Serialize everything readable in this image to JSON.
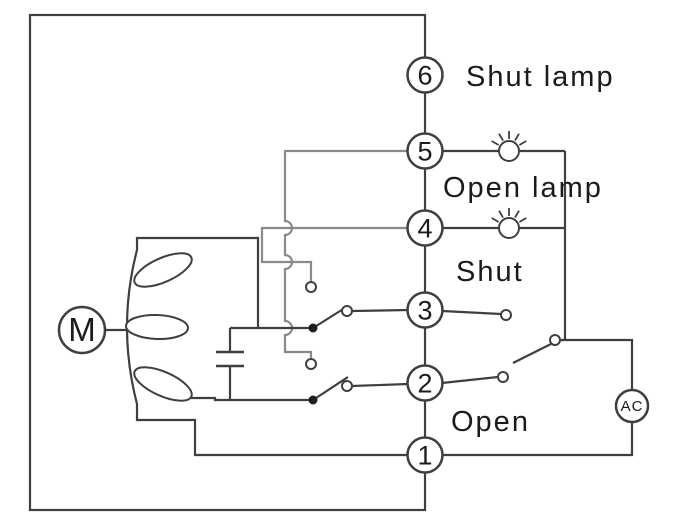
{
  "diagram": {
    "motor": {
      "label": "M"
    },
    "power": {
      "label": "AC"
    },
    "terminals": {
      "t6": "6",
      "t5": "5",
      "t4": "4",
      "t3": "3",
      "t2": "2",
      "t1": "1"
    },
    "labels": {
      "shut_lamp": "Shut lamp",
      "open_lamp": "Open lamp",
      "shut": "Shut",
      "open": "Open"
    },
    "icons": {
      "lamp_upper": "indicator-lamp",
      "lamp_lower": "indicator-lamp"
    },
    "colors": {
      "line": "#3f3f3f",
      "line_secondary": "#8a8a8a",
      "background": "#ffffff"
    }
  }
}
